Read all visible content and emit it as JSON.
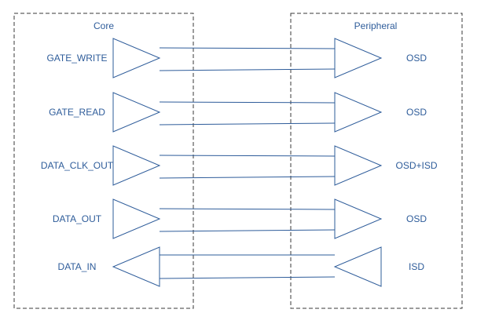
{
  "core": {
    "title": "Core"
  },
  "peripheral": {
    "title": "Peripheral"
  },
  "signals": [
    {
      "core_label": "GATE_WRITE",
      "periph_label": "OSD",
      "direction": "core-to-peripheral"
    },
    {
      "core_label": "GATE_READ",
      "periph_label": "OSD",
      "direction": "core-to-peripheral"
    },
    {
      "core_label": "DATA_CLK_OUT",
      "periph_label": "OSD+ISD",
      "direction": "core-to-peripheral"
    },
    {
      "core_label": "DATA_OUT",
      "periph_label": "OSD",
      "direction": "core-to-peripheral"
    },
    {
      "core_label": "DATA_IN",
      "periph_label": "ISD",
      "direction": "peripheral-to-core"
    }
  ],
  "colors": {
    "stroke": "#2e5c9a",
    "label": "#2e5c9a",
    "border": "#3a3a3a"
  }
}
